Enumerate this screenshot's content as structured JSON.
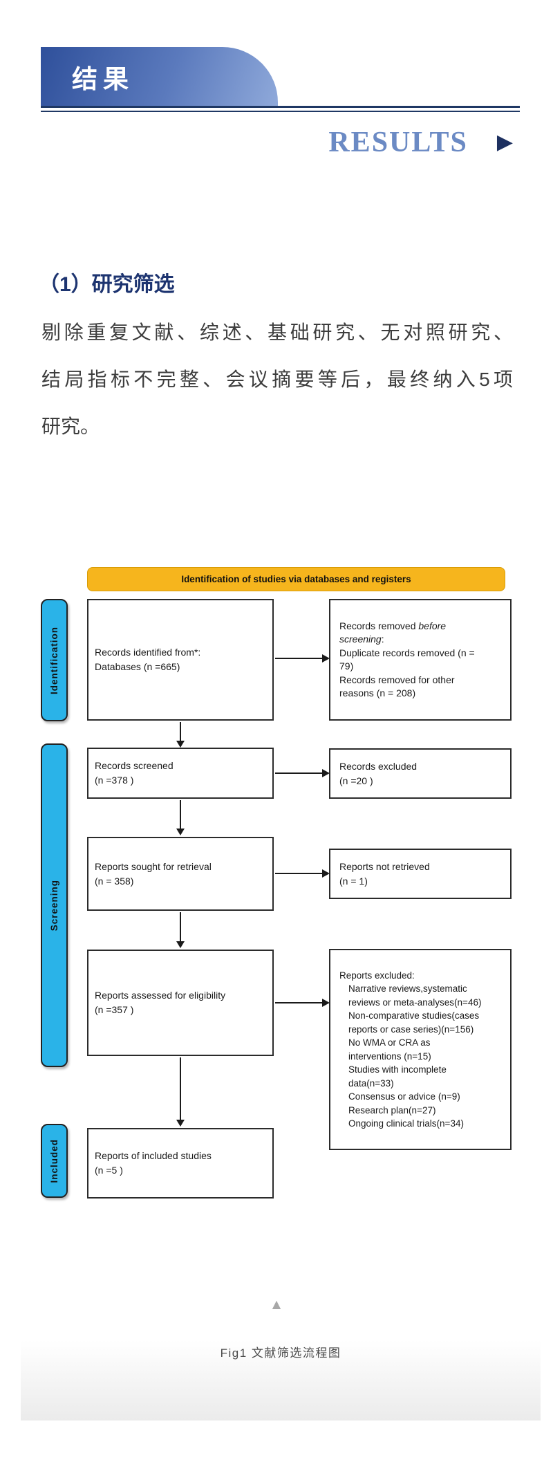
{
  "header": {
    "banner_title": "结果",
    "results_label": "RESULTS",
    "results_arrow_icon": "▶",
    "accent_navy": "#1f3864",
    "accent_blue": "#6b8ac4"
  },
  "section": {
    "title": "（1）研究筛选",
    "paragraph_lines": [
      "剔除重复文献、综述、基础研究、无对照研究、",
      "结局指标不完整、会议摘要等后，最终纳入5项",
      "研究。"
    ]
  },
  "flowchart": {
    "header": "Identification of studies via databases and registers",
    "stages": [
      "Identification",
      "Screening",
      "Included"
    ],
    "left_boxes": [
      {
        "lines": [
          "Records identified from*:",
          "Databases (n =665)"
        ]
      },
      {
        "lines": [
          "Records screened",
          "(n =378 )"
        ]
      },
      {
        "lines": [
          "Reports sought for retrieval",
          "(n = 358)"
        ]
      },
      {
        "lines": [
          "Reports assessed for eligibility",
          "(n =357 )"
        ]
      },
      {
        "lines": [
          "Reports of included studies",
          "(n =5 )"
        ]
      }
    ],
    "removed_box": {
      "line1_pre": "Records removed ",
      "line1_italic": "before",
      "line2_italic": "screening",
      "line2_post": ":",
      "lines": [
        "Duplicate records removed  (n =",
        "79)",
        "Records removed for other",
        "reasons (n = 208)"
      ]
    },
    "excluded_box_1": {
      "lines": [
        "Records excluded",
        "(n =20 )"
      ]
    },
    "not_retrieved_box": {
      "lines": [
        "Reports not retrieved",
        "(n = 1)"
      ]
    },
    "excluded_box_2": {
      "title": "Reports excluded:",
      "lines": [
        "Narrative reviews,systematic",
        "reviews or meta-analyses(n=46)",
        "Non-comparative studies(cases",
        "reports or case series)(n=156)",
        "No WMA or CRA as",
        "interventions (n=15)",
        "Studies with incomplete",
        "data(n=33)",
        "Consensus or advice (n=9)",
        "Research plan(n=27)",
        "Ongoing clinical trials(n=34)"
      ]
    },
    "colors": {
      "stage_tab": "#2ab3e8",
      "header_bar": "#f6b51d",
      "box_border": "#2b2b2b"
    }
  },
  "figure": {
    "collapse_icon": "▲",
    "caption": "Fig1 文献筛选流程图"
  }
}
